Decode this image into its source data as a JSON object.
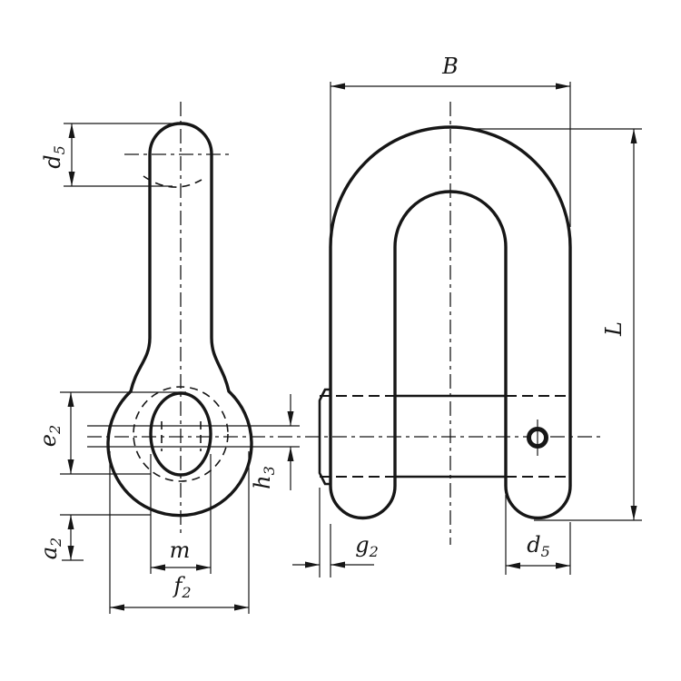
{
  "drawing": {
    "kind": "two-view technical drawing of a dee shackle with screw pin",
    "views": [
      "side-view",
      "front-view"
    ]
  },
  "colors": {
    "ink": "#161616",
    "paper": "#ffffff"
  },
  "labels": {
    "d5_side": {
      "base": "d",
      "sub": "5"
    },
    "e2": {
      "base": "e",
      "sub": "2"
    },
    "a2": {
      "base": "a",
      "sub": "2"
    },
    "m": {
      "base": "m",
      "sub": ""
    },
    "f2": {
      "base": "f",
      "sub": "2"
    },
    "h3": {
      "base": "h",
      "sub": "3"
    },
    "B": {
      "base": "B",
      "sub": ""
    },
    "L": {
      "base": "L",
      "sub": ""
    },
    "g2": {
      "base": "g",
      "sub": "2"
    },
    "d5_front": {
      "base": "d",
      "sub": "5"
    }
  }
}
